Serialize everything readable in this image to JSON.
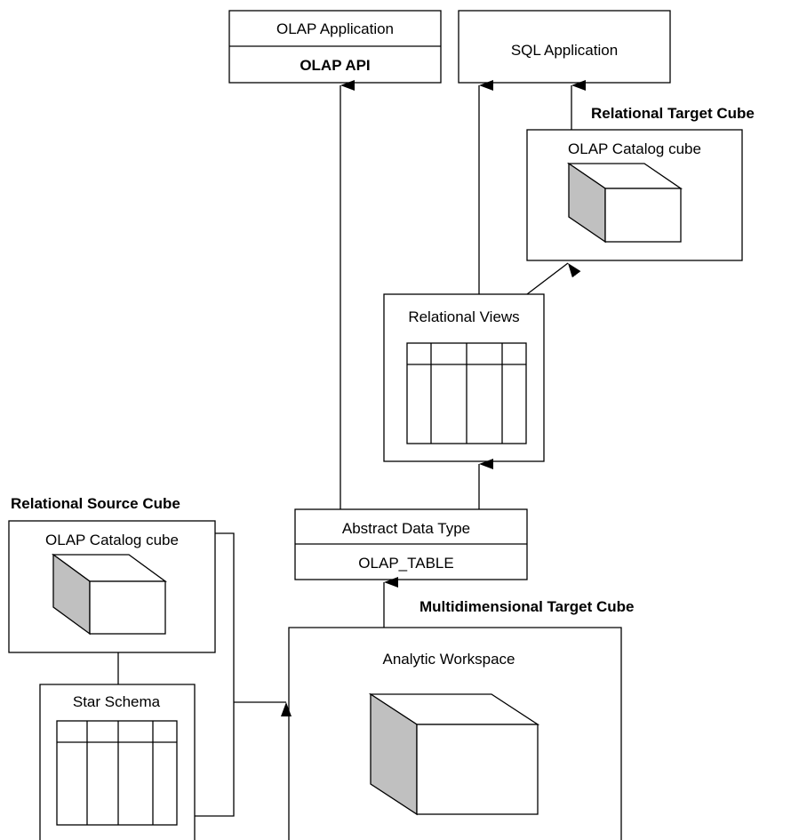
{
  "olap_application": {
    "title": "OLAP Application",
    "api": "OLAP API"
  },
  "sql_application": {
    "title": "SQL Application"
  },
  "relational_target_cube": {
    "heading": "Relational Target Cube",
    "box_title": "OLAP Catalog cube"
  },
  "relational_views": {
    "title": "Relational Views"
  },
  "relational_source_cube": {
    "heading": "Relational Source Cube",
    "box_title": "OLAP Catalog cube"
  },
  "star_schema": {
    "title": "Star Schema"
  },
  "abstract_data_type": {
    "title": "Abstract Data Type",
    "function": "OLAP_TABLE"
  },
  "multidimensional_target_cube": {
    "heading": "Multidimensional Target Cube",
    "box_title": "Analytic Workspace"
  },
  "colors": {
    "cube_side": "#c0c0c0",
    "line": "#000000",
    "background": "#ffffff"
  },
  "icons": [
    "cube-icon",
    "table-grid-icon",
    "arrow-head-icon"
  ]
}
